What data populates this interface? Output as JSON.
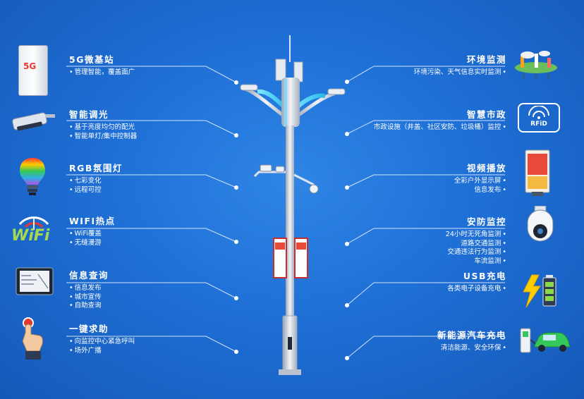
{
  "left_features": [
    {
      "title": "5G微基站",
      "icon": "5g-base-station-icon",
      "icon_text": "5G",
      "lines": [
        "管理智能，覆盖面广"
      ]
    },
    {
      "title": "智能调光",
      "icon": "street-light-icon",
      "lines": [
        "基于亮度均匀的配光",
        "智能单灯/集中控制器"
      ]
    },
    {
      "title": "RGB氛围灯",
      "icon": "rgb-bulb-icon",
      "lines": [
        "七彩变化",
        "远程可控"
      ]
    },
    {
      "title": "WIFI热点",
      "icon": "wifi-icon",
      "icon_text": "WiFi",
      "lines": [
        "WiFi覆盖",
        "无缝漫游"
      ]
    },
    {
      "title": "信息查询",
      "icon": "tablet-icon",
      "lines": [
        "信息发布",
        "城市宣传",
        "自助查询"
      ]
    },
    {
      "title": "一键求助",
      "icon": "sos-button-icon",
      "lines": [
        "向监控中心紧急呼叫",
        "场外广播"
      ]
    }
  ],
  "right_features": [
    {
      "title": "环境监测",
      "icon": "environment-icon",
      "lines": [
        "环境污染、天气信息实时监测"
      ]
    },
    {
      "title": "智慧市政",
      "icon": "rfid-icon",
      "icon_text": "RFiD",
      "lines": [
        "市政设施（井盖、社区安防、垃圾桶）监控"
      ]
    },
    {
      "title": "视频播放",
      "icon": "display-screen-icon",
      "lines": [
        "全彩户外显示屏",
        "信息发布"
      ]
    },
    {
      "title": "安防监控",
      "icon": "cctv-camera-icon",
      "lines": [
        "24小时无死角监测",
        "道路交通监测",
        "交通违法行为监测",
        "车流监测"
      ]
    },
    {
      "title": "USB充电",
      "icon": "usb-charging-icon",
      "lines": [
        "各类电子设备充电"
      ]
    },
    {
      "title": "新能源汽车充电",
      "icon": "ev-charging-icon",
      "lines": [
        "清洁能源、安全环保"
      ]
    }
  ],
  "colors": {
    "background": "#1e6fd6",
    "text": "#ffffff",
    "pole": "#d7dde6"
  }
}
